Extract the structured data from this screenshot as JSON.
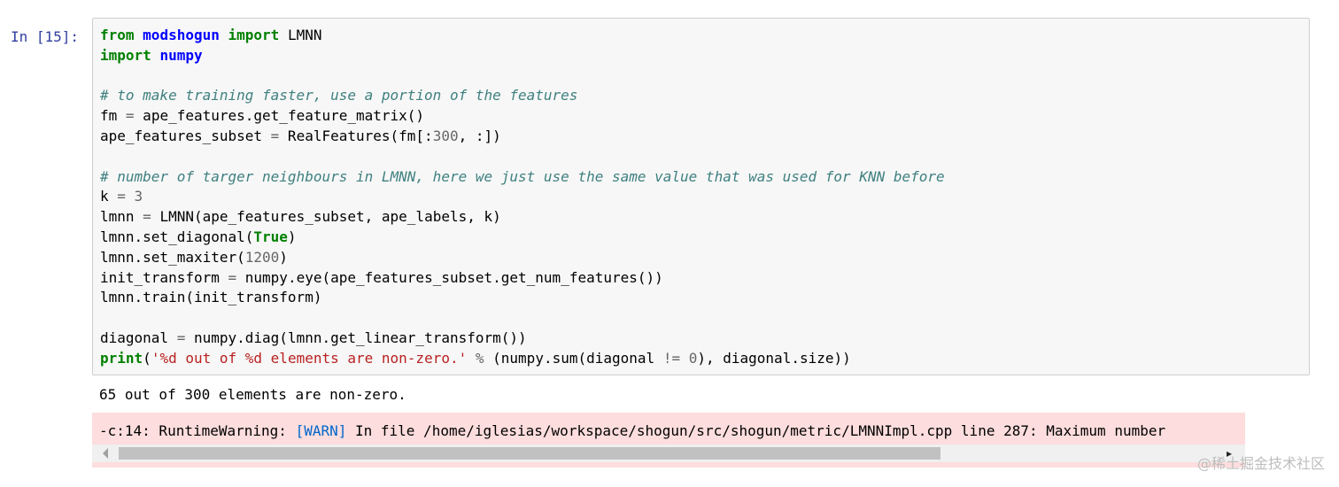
{
  "cell": {
    "prompt": "In [15]:",
    "code_lines": [
      [
        {
          "t": "from",
          "c": "kw"
        },
        {
          "t": " ",
          "c": ""
        },
        {
          "t": "modshogun",
          "c": "mod"
        },
        {
          "t": " ",
          "c": ""
        },
        {
          "t": "import",
          "c": "kw"
        },
        {
          "t": " LMNN",
          "c": ""
        }
      ],
      [
        {
          "t": "import",
          "c": "kw"
        },
        {
          "t": " ",
          "c": ""
        },
        {
          "t": "numpy",
          "c": "mod"
        }
      ],
      [],
      [
        {
          "t": "# to make training faster, use a portion of the features",
          "c": "cm"
        }
      ],
      [
        {
          "t": "fm ",
          "c": ""
        },
        {
          "t": "=",
          "c": "op"
        },
        {
          "t": " ape_features.get_feature_matrix()",
          "c": ""
        }
      ],
      [
        {
          "t": "ape_features_subset ",
          "c": ""
        },
        {
          "t": "=",
          "c": "op"
        },
        {
          "t": " RealFeatures(fm[:",
          "c": ""
        },
        {
          "t": "300",
          "c": "num"
        },
        {
          "t": ", :])",
          "c": ""
        }
      ],
      [],
      [
        {
          "t": "# number of targer neighbours in LMNN, here we just use the same value that was used for KNN before",
          "c": "cm"
        }
      ],
      [
        {
          "t": "k ",
          "c": ""
        },
        {
          "t": "=",
          "c": "op"
        },
        {
          "t": " ",
          "c": ""
        },
        {
          "t": "3",
          "c": "num"
        }
      ],
      [
        {
          "t": "lmnn ",
          "c": ""
        },
        {
          "t": "=",
          "c": "op"
        },
        {
          "t": " LMNN(ape_features_subset, ape_labels, k)",
          "c": ""
        }
      ],
      [
        {
          "t": "lmnn.set_diagonal(",
          "c": ""
        },
        {
          "t": "True",
          "c": "kw"
        },
        {
          "t": ")",
          "c": ""
        }
      ],
      [
        {
          "t": "lmnn.set_maxiter(",
          "c": ""
        },
        {
          "t": "1200",
          "c": "num"
        },
        {
          "t": ")",
          "c": ""
        }
      ],
      [
        {
          "t": "init_transform ",
          "c": ""
        },
        {
          "t": "=",
          "c": "op"
        },
        {
          "t": " numpy.eye(ape_features_subset.get_num_features())",
          "c": ""
        }
      ],
      [
        {
          "t": "lmnn.train(init_transform)",
          "c": ""
        }
      ],
      [],
      [
        {
          "t": "diagonal ",
          "c": ""
        },
        {
          "t": "=",
          "c": "op"
        },
        {
          "t": " numpy.diag(lmnn.get_linear_transform())",
          "c": ""
        }
      ],
      [
        {
          "t": "print",
          "c": "kw"
        },
        {
          "t": "(",
          "c": ""
        },
        {
          "t": "'%d out of %d elements are non-zero.'",
          "c": "str"
        },
        {
          "t": " ",
          "c": ""
        },
        {
          "t": "%",
          "c": "op"
        },
        {
          "t": " (numpy.sum(diagonal ",
          "c": ""
        },
        {
          "t": "!=",
          "c": "op"
        },
        {
          "t": " ",
          "c": ""
        },
        {
          "t": "0",
          "c": "num"
        },
        {
          "t": "), diagonal.size))",
          "c": ""
        }
      ]
    ]
  },
  "output": {
    "stdout": "65 out of 300 elements are non-zero.",
    "stderr_prefix": "-c:14: RuntimeWarning: ",
    "stderr_tag": "[WARN]",
    "stderr_rest": " In file /home/iglesias/workspace/shogun/src/shogun/metric/LMNNImpl.cpp line 287: Maximum number"
  },
  "watermark": "@稀土掘金技术社区",
  "colors": {
    "prompt": "#303f9f",
    "keyword": "#008000",
    "module": "#0000ff",
    "comment": "#408080",
    "string": "#ba2121",
    "stderr_bg": "#fddddd",
    "warn_tag": "#0066cc"
  }
}
